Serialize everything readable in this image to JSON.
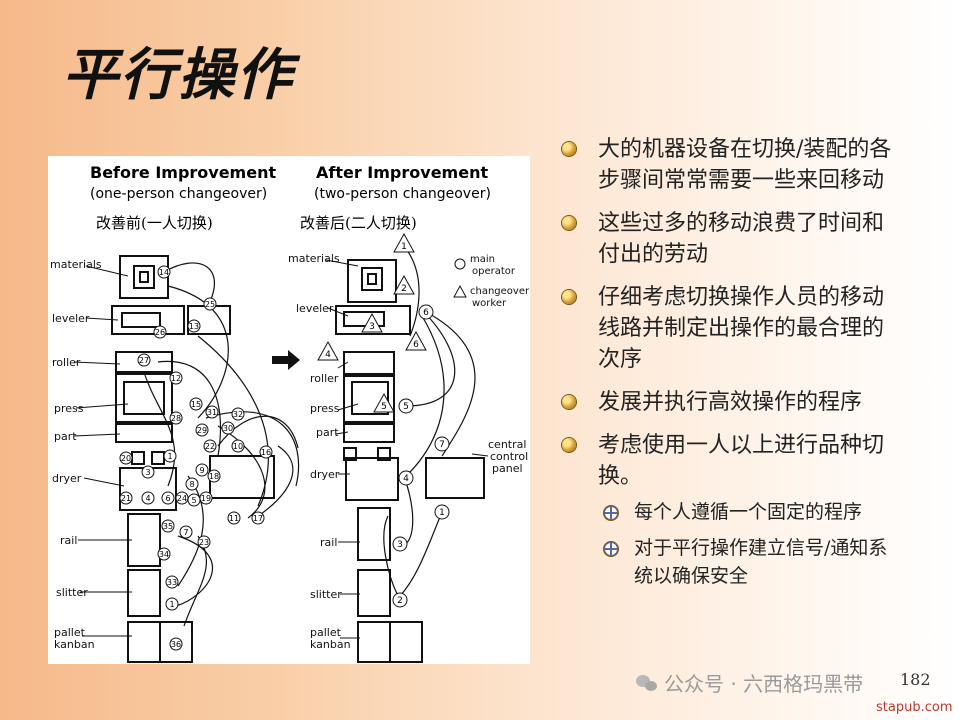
{
  "title": "平行操作",
  "figure": {
    "before": {
      "heading": "Before Improvement",
      "subheading": "(one-person changeover)",
      "cn": "改善前(一人切换)",
      "labels": [
        "materials",
        "leveler",
        "roller",
        "press",
        "part",
        "dryer",
        "rail",
        "slitter",
        "pallet",
        "kanban"
      ],
      "numbers": [
        "14",
        "25",
        "26",
        "27",
        "13",
        "12",
        "15",
        "31",
        "32",
        "28",
        "29",
        "30",
        "22",
        "10",
        "16",
        "20",
        "3",
        "1",
        "9",
        "8",
        "18",
        "21",
        "4",
        "6",
        "24",
        "5",
        "19",
        "11",
        "17",
        "35",
        "7",
        "23",
        "34",
        "33",
        "1",
        "36"
      ]
    },
    "after": {
      "heading": "After Improvement",
      "subheading": "(two-person changeover)",
      "cn": "改善后(二人切换)",
      "labels": [
        "materials",
        "leveler",
        "roller",
        "press",
        "part",
        "dryer",
        "rail",
        "slitter",
        "pallet",
        "kanban"
      ],
      "triangles": [
        "1",
        "2",
        "3",
        "4",
        "5",
        "6"
      ],
      "circles": [
        "6",
        "5",
        "7",
        "4",
        "1",
        "3",
        "2"
      ],
      "central": [
        "central",
        "control",
        "panel"
      ]
    },
    "legend": {
      "main": [
        "main",
        "operator"
      ],
      "changeover": [
        "changeover",
        "worker"
      ]
    }
  },
  "bullets": [
    {
      "text": "大的机器设备在切换/装配的各步骤间常常需要一些来回移动"
    },
    {
      "text": "这些过多的移动浪费了时间和付出的劳动"
    },
    {
      "text": "仔细考虑切换操作人员的移动线路并制定出操作的最合理的次序"
    },
    {
      "text": "发展并执行高效操作的程序"
    },
    {
      "text": "考虑使用一人以上进行品种切换。"
    }
  ],
  "subbullets": [
    {
      "text": "每个人遵循一个固定的程序"
    },
    {
      "text": "对于平行操作建立信号/通知系统以确保安全"
    }
  ],
  "watermark": "公众号 · 六西格玛黑带",
  "page_number": "182",
  "footer": "stapub.com"
}
